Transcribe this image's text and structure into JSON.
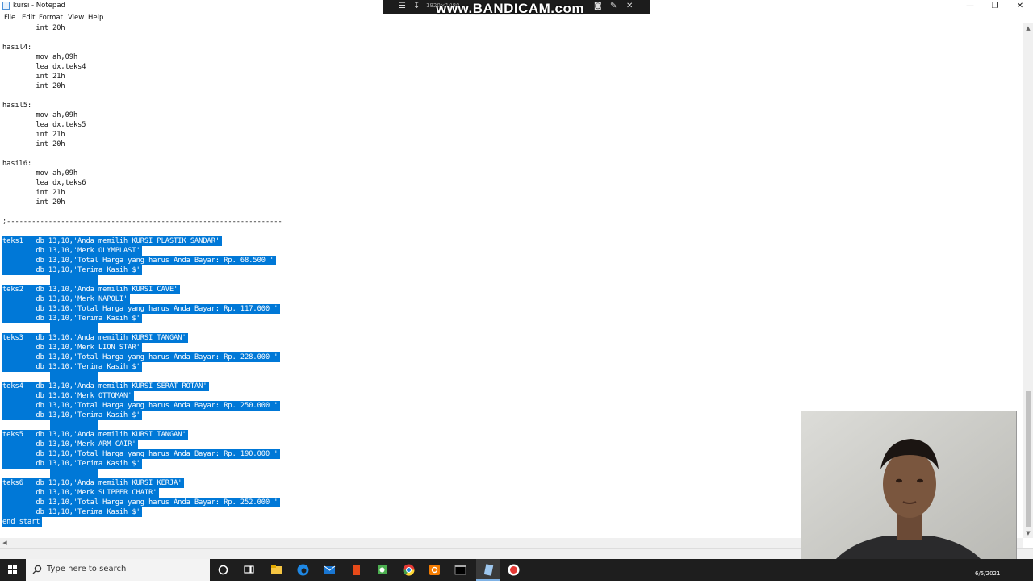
{
  "window": {
    "title": "kursi - Notepad",
    "minimize_glyph": "—",
    "maximize_glyph": "❐",
    "close_glyph": "✕"
  },
  "menu": [
    "File",
    "Edit",
    "Format",
    "View",
    "Help"
  ],
  "recorder": {
    "watermark": "www.BANDICAM.com",
    "resolution": "1920×1080",
    "icons": [
      "menu-icon",
      "pin-icon",
      "camera-icon",
      "pencil-icon",
      "close-icon"
    ]
  },
  "editor": {
    "lines": [
      {
        "text": "        int 20h",
        "sel": false
      },
      {
        "text": "",
        "sel": false
      },
      {
        "text": "hasil4:",
        "sel": false
      },
      {
        "text": "        mov ah,09h",
        "sel": false
      },
      {
        "text": "        lea dx,teks4",
        "sel": false
      },
      {
        "text": "        int 21h",
        "sel": false
      },
      {
        "text": "        int 20h",
        "sel": false
      },
      {
        "text": "",
        "sel": false
      },
      {
        "text": "hasil5:",
        "sel": false
      },
      {
        "text": "        mov ah,09h",
        "sel": false
      },
      {
        "text": "        lea dx,teks5",
        "sel": false
      },
      {
        "text": "        int 21h",
        "sel": false
      },
      {
        "text": "        int 20h",
        "sel": false
      },
      {
        "text": "",
        "sel": false
      },
      {
        "text": "hasil6:",
        "sel": false
      },
      {
        "text": "        mov ah,09h",
        "sel": false
      },
      {
        "text": "        lea dx,teks6",
        "sel": false
      },
      {
        "text": "        int 21h",
        "sel": false
      },
      {
        "text": "        int 20h",
        "sel": false
      },
      {
        "text": "",
        "sel": false
      },
      {
        "text": ";------------------------------------------------------------------",
        "sel": false
      },
      {
        "text": "",
        "sel": false
      },
      {
        "text": "teks1   db 13,10,'Anda memilih KURSI PLASTIK SANDAR'",
        "sel": true
      },
      {
        "text": "        db 13,10,'Merk OLYMPLAST'",
        "sel": true
      },
      {
        "text": "        db 13,10,'Total Harga yang harus Anda Bayar: Rp. 68.500 '",
        "sel": true
      },
      {
        "text": "        db 13,10,'Terima Kasih $'",
        "sel": true
      },
      {
        "text": "",
        "sel": true
      },
      {
        "text": "teks2   db 13,10,'Anda memilih KURSI CAVE'",
        "sel": true
      },
      {
        "text": "        db 13,10,'Merk NAPOLI'",
        "sel": true
      },
      {
        "text": "        db 13,10,'Total Harga yang harus Anda Bayar: Rp. 117.000 '",
        "sel": true
      },
      {
        "text": "        db 13,10,'Terima Kasih $'",
        "sel": true
      },
      {
        "text": "",
        "sel": true
      },
      {
        "text": "teks3   db 13,10,'Anda memilih KURSI TANGAN'",
        "sel": true
      },
      {
        "text": "        db 13,10,'Merk LION STAR'",
        "sel": true
      },
      {
        "text": "        db 13,10,'Total Harga yang harus Anda Bayar: Rp. 228.000 '",
        "sel": true
      },
      {
        "text": "        db 13,10,'Terima Kasih $'",
        "sel": true
      },
      {
        "text": "",
        "sel": true
      },
      {
        "text": "teks4   db 13,10,'Anda memilih KURSI SERAT ROTAN'",
        "sel": true
      },
      {
        "text": "        db 13,10,'Merk OTTOMAN'",
        "sel": true
      },
      {
        "text": "        db 13,10,'Total Harga yang harus Anda Bayar: Rp. 250.000 '",
        "sel": true
      },
      {
        "text": "        db 13,10,'Terima Kasih $'",
        "sel": true
      },
      {
        "text": "",
        "sel": true
      },
      {
        "text": "teks5   db 13,10,'Anda memilih KURSI TANGAN'",
        "sel": true
      },
      {
        "text": "        db 13,10,'Merk ARM CAIR'",
        "sel": true
      },
      {
        "text": "        db 13,10,'Total Harga yang harus Anda Bayar: Rp. 190.000 '",
        "sel": true
      },
      {
        "text": "        db 13,10,'Terima Kasih $'",
        "sel": true
      },
      {
        "text": "",
        "sel": true
      },
      {
        "text": "teks6   db 13,10,'Anda memilih KURSI KERJA'",
        "sel": true
      },
      {
        "text": "        db 13,10,'Merk SLIPPER CHAIR'",
        "sel": true
      },
      {
        "text": "        db 13,10,'Total Harga yang harus Anda Bayar: Rp. 252.000 '",
        "sel": true
      },
      {
        "text": "        db 13,10,'Terima Kasih $'",
        "sel": true
      },
      {
        "text": "end start",
        "sel": true
      }
    ]
  },
  "taskbar": {
    "search_placeholder": "Type here to search",
    "date": "6/5/2021",
    "apps": [
      "cortana-icon",
      "task-view-icon",
      "file-explorer-icon",
      "edge-icon",
      "mail-icon",
      "office-icon",
      "bandicam-icon",
      "chrome-icon",
      "app-orange-icon",
      "terminal-icon",
      "notepad-icon",
      "record-icon"
    ]
  },
  "colors": {
    "selection": "#0078d7",
    "taskbar": "#1e1e1e",
    "recorder_bar": "#1c1c1c"
  }
}
